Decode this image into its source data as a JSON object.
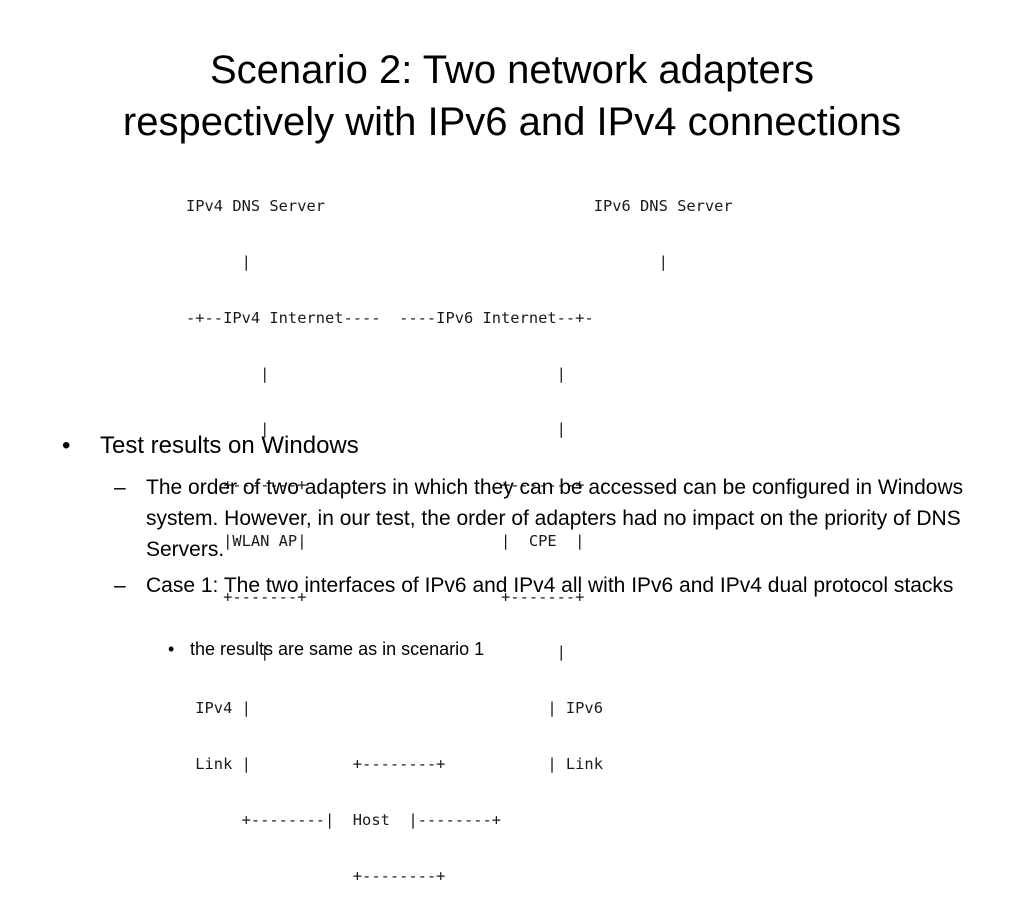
{
  "title": {
    "line1": "Scenario 2: Two network adapters",
    "line2": "respectively with IPv6 and IPv4 connections"
  },
  "diagram": {
    "lines": [
      "IPv4 DNS Server                             IPv6 DNS Server",
      "      |                                            |",
      "-+--IPv4 Internet----  ----IPv6 Internet--+-",
      "        |                               |",
      "        |                               |",
      "    +-------+                     +-------+",
      "    |WLAN AP|                     |  CPE  |",
      "    +-------+                     +-------+",
      "        |                               |",
      " IPv4 |                                | IPv6",
      " Link |           +--------+           | Link",
      "      +--------|  Host  |--------+",
      "                  +--------+"
    ]
  },
  "bullets": {
    "marker_l1": "•",
    "marker_l2": "–",
    "marker_l3": "•",
    "item1": "Test results on Windows",
    "item1_sub1": "The order of two adapters in which they can be accessed can be configured in Windows system. However, in our test, the order of adapters had no impact on the priority of DNS Servers.",
    "item1_sub2": "Case 1: The two interfaces of IPv6 and IPv4 all with IPv6 and IPv4 dual protocol stacks",
    "item1_sub2_sub1": "the results are same as in scenario 1"
  }
}
